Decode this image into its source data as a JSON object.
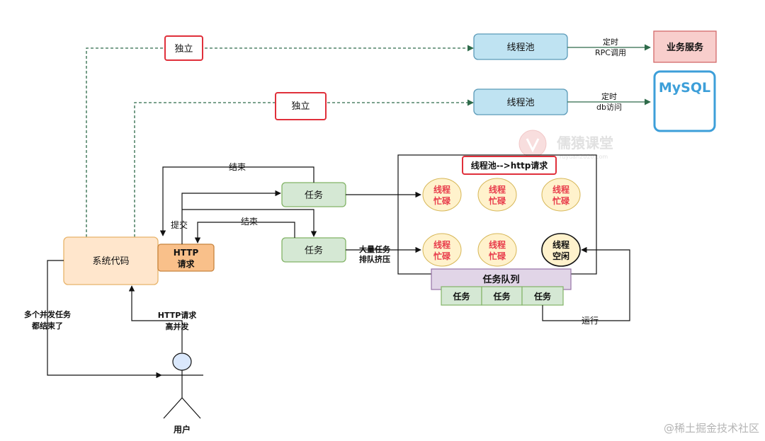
{
  "labels": {
    "independent_top": "独立",
    "independent_mid": "独立",
    "thread_pool_top": "线程池",
    "thread_pool_mid": "线程池",
    "timer_rpc_line1": "定时",
    "timer_rpc_line2": "RPC调用",
    "timer_db_line1": "定时",
    "timer_db_line2": "db访问",
    "business_service": "业务服务",
    "mysql": "MySQL",
    "watermark_cn": "儒猿课堂",
    "watermark_en": "ruyuan2020.com",
    "system_code": "系统代码",
    "http_request_line1": "HTTP",
    "http_request_line2": "请求",
    "end_top": "结束",
    "end_mid": "结束",
    "submit": "提交",
    "task_top": "任务",
    "task_mid": "任务",
    "massive_tasks_line1": "大量任务",
    "massive_tasks_line2": "排队挤压",
    "pool_title": "线程池-->http请求",
    "busy_line1": "线程",
    "busy_line2": "忙碌",
    "idle_line1": "线程",
    "idle_line2": "空闲",
    "task_queue": "任务队列",
    "queue_items": [
      "任务",
      "任务",
      "任务"
    ],
    "run": "运行",
    "concurrent_done_line1": "多个并发任务",
    "concurrent_done_line2": "都结束了",
    "http_high_line1": "HTTP请求",
    "http_high_line2": "高并发",
    "user": "用户",
    "footer_watermark": "@稀土掘金技术社区"
  },
  "colors": {
    "pool_fill": "#bfe3f2",
    "pool_stroke": "#5b9ab8",
    "task_fill": "#d5e8d4",
    "task_stroke": "#82b366",
    "system_fill": "#ffe6cc",
    "system_stroke": "#e8b46a",
    "http_fill": "#f9c08a",
    "busy_fill": "#fff2cc",
    "busy_text": "#e83c4b",
    "queue_fill": "#e1d5e7",
    "queue_stroke": "#9673a6",
    "business_fill": "#f8cecc",
    "business_stroke": "#d26a6a",
    "mysql_stroke": "#3d9fd9",
    "red_box": "#e0303b",
    "dashed": "#2e6b4a"
  }
}
